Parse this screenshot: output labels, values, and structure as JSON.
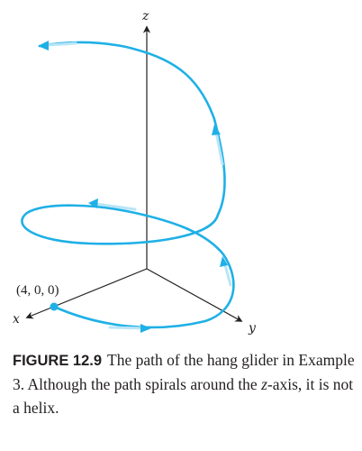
{
  "figure": {
    "axis_labels": {
      "z": "z",
      "x": "x",
      "y": "y"
    },
    "point_label": "(4, 0, 0)",
    "colors": {
      "path": "#1fb0e6",
      "axis": "#231f20",
      "arrow_highlight": "#b9e5f7"
    }
  },
  "caption": {
    "label": "FIGURE 12.9",
    "text_before": "The path of the hang glider in Example 3. Although the path spirals around the ",
    "italic": "z",
    "text_after": "-axis, it is not a helix."
  }
}
